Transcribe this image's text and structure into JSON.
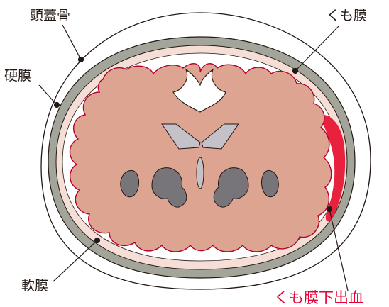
{
  "labels": {
    "skull": "頭蓋骨",
    "dura": "硬膜",
    "arachnoid": "くも膜",
    "pia": "軟膜",
    "sah": "くも膜下出血"
  },
  "colors": {
    "skull_fill": "#ffffff",
    "outline": "#231815",
    "dura": "#a3a59a",
    "arachnoid_space": "#f4ded6",
    "brain": "#dda591",
    "pia_line": "#b4002a",
    "ventricle": "#77757a",
    "ventricle_light": "#c4c2c8",
    "hemorrhage": "#e8213f",
    "sah_label": "#e60033"
  }
}
